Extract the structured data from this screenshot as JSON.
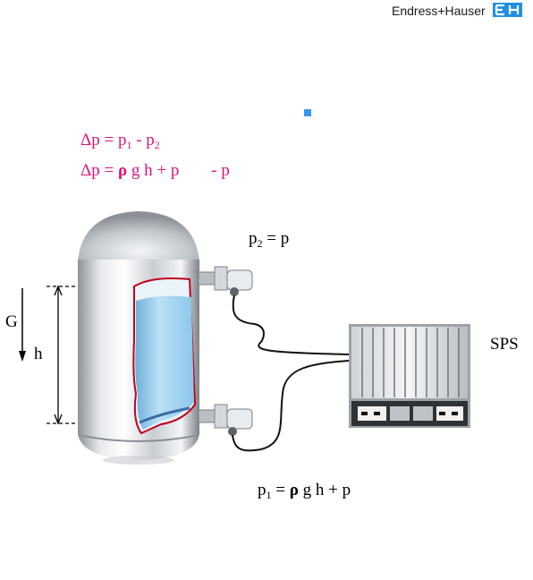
{
  "header": {
    "brand": "Endress+Hauser",
    "logo_icon": "eh-logo-icon"
  },
  "equations": {
    "line1": {
      "lhs": "Δp",
      "eq": " = ",
      "p1": "p",
      "p1_sub": "1",
      "minus": " - ",
      "p2": "p",
      "p2_sub": "2"
    },
    "line2": {
      "lhs": "Δp",
      "eq": " = ",
      "rho": "ρ",
      "rest": " g h + p",
      "tail": "- p"
    }
  },
  "labels": {
    "p2": {
      "base": "p",
      "sub": "2",
      "rest": " = p"
    },
    "p1": {
      "base": "p",
      "sub": "1",
      "eq": " = ",
      "rho": "ρ",
      "rest": " g h + p"
    },
    "gravity": "G",
    "height": "h",
    "controller": "SPS"
  },
  "colors": {
    "formula": "#e0127a",
    "accent": "#1f8fe0",
    "liquid": "#9fd0ee",
    "liquid_edge": "#c0001a"
  }
}
